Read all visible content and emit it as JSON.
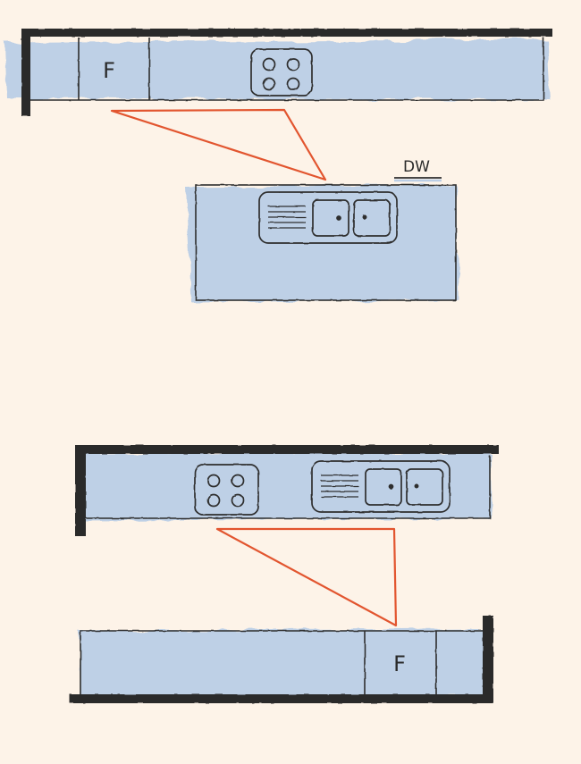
{
  "diagram": {
    "colors": {
      "background": "#fdf3e8",
      "countertop": "#b4cbe6",
      "wall": "#2b2b2b",
      "outline": "#2e2e2e",
      "work_triangle": "#e2552f"
    },
    "layout_one": {
      "fridge_label": "F",
      "dishwasher_label": "DW"
    },
    "layout_two": {
      "fridge_label": "F"
    }
  }
}
